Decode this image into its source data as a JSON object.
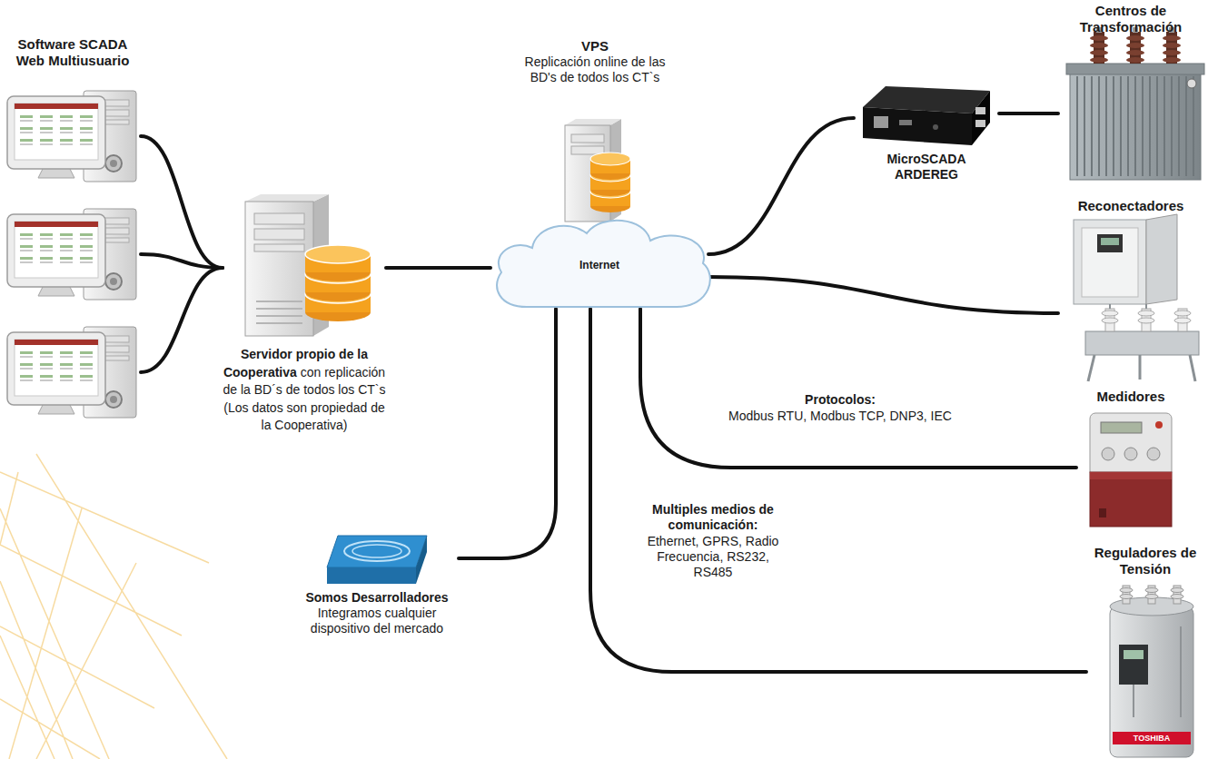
{
  "diagram": {
    "nodes": [
      {
        "text": [
          "Software SCADA Web Multiusuario"
        ]
      },
      {
        "text": [
          "Servidor propio de la Cooperativa",
          "con replicación de la BD´s de todos los CT`s (Los datos son propiedad de la Cooperativa)"
        ]
      },
      {
        "text": [
          "VPS",
          "Replicación online de las BD's de todos los CT`s"
        ]
      },
      {
        "text": [
          "Internet"
        ]
      },
      {
        "text": [
          "Somos Desarrolladores",
          "Integramos cualquier dispositivo del mercado"
        ]
      },
      {
        "text": [
          "MicroSCADA ARDEREG"
        ]
      },
      {
        "text": [
          "Centros de Transformación"
        ]
      },
      {
        "text": [
          "Reconectadores"
        ]
      },
      {
        "text": [
          "Medidores"
        ]
      },
      {
        "text": [
          "Reguladores de Tensión"
        ]
      }
    ],
    "edges": [
      {
        "from": 0,
        "to": 1,
        "arrow": "none"
      },
      {
        "from": 0,
        "to": 1,
        "arrow": "none"
      },
      {
        "from": 0,
        "to": 1,
        "arrow": "none"
      },
      {
        "from": 1,
        "to": 3,
        "arrow": "none"
      },
      {
        "from": 3,
        "to": 4,
        "arrow": "none"
      },
      {
        "from": 3,
        "to": 5,
        "arrow": "none"
      },
      {
        "from": 5,
        "to": 6,
        "arrow": "none"
      },
      {
        "from": 3,
        "to": 7,
        "arrow": "none"
      },
      {
        "from": 3,
        "to": 8,
        "arrow": "none"
      },
      {
        "from": 3,
        "to": 9,
        "arrow": "none"
      }
    ],
    "labels": [
      "Protocolos:",
      "Modbus RTU, Modbus TCP, DNP3, IEC",
      "Multiples medios de comunicación:",
      "Ethernet, GPRS, Radio Frecuencia, RS232, RS485",
      "TOSHIBA"
    ]
  }
}
